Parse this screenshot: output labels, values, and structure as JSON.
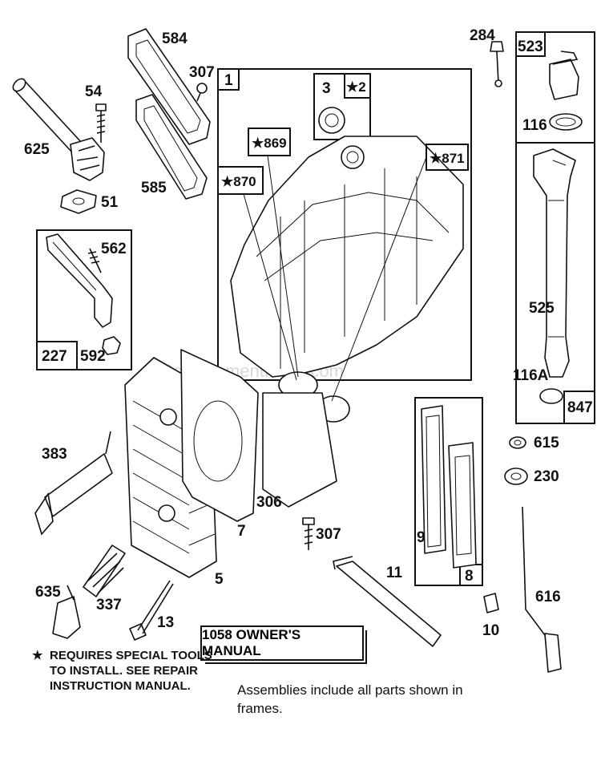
{
  "watermark": "eReplacementParts.com",
  "labels": {
    "p625": "625",
    "p54": "54",
    "p51": "51",
    "p584": "584",
    "p307a": "307",
    "p585": "585",
    "p562": "562",
    "p227": "227",
    "p592": "592",
    "p1": "1",
    "p3": "3",
    "p2": "★2",
    "p869": "★869",
    "p870": "★870",
    "p871": "★871",
    "p284": "284",
    "p523": "523",
    "p116": "116",
    "p525": "525",
    "p116a": "116A",
    "p847": "847",
    "p383": "383",
    "p7": "7",
    "p306": "306",
    "p307b": "307",
    "p5": "5",
    "p615": "615",
    "p230": "230",
    "p9": "9",
    "p8": "8",
    "p635": "635",
    "p337": "337",
    "p13": "13",
    "p11": "11",
    "p10": "10",
    "p616": "616"
  },
  "manual_label": "1058 OWNER'S MANUAL",
  "notes": {
    "star": "★",
    "special_line1": "REQUIRES SPECIAL TOOLS",
    "special_line2": "TO INSTALL.  SEE REPAIR",
    "special_line3": "INSTRUCTION MANUAL.",
    "assemblies_line1": "Assemblies include all parts shown in",
    "assemblies_line2": "frames."
  }
}
